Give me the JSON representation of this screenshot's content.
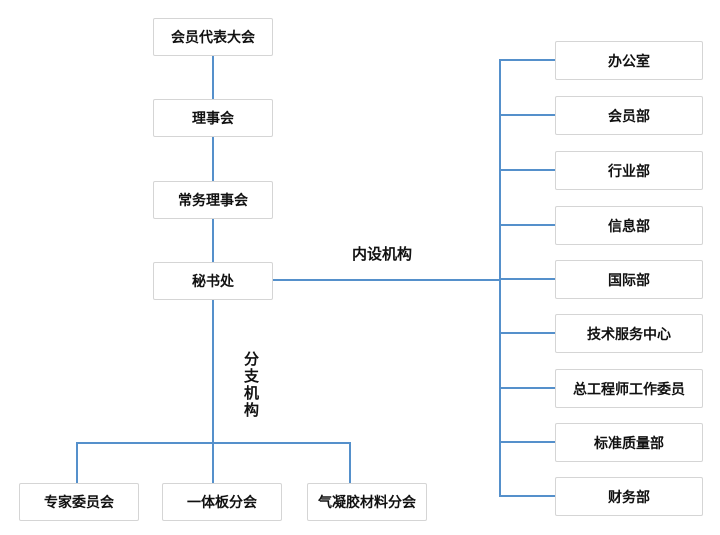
{
  "org_chart": {
    "main_chain": [
      {
        "label": "会员代表大会"
      },
      {
        "label": "理事会"
      },
      {
        "label": "常务理事会"
      },
      {
        "label": "秘书处"
      }
    ],
    "internal_group": {
      "label": "内设机构",
      "departments": [
        {
          "label": "办公室"
        },
        {
          "label": "会员部"
        },
        {
          "label": "行业部"
        },
        {
          "label": "信息部"
        },
        {
          "label": "国际部"
        },
        {
          "label": "技术服务中心"
        },
        {
          "label": "总工程师工作委员"
        },
        {
          "label": "标准质量部"
        },
        {
          "label": "财务部"
        }
      ]
    },
    "branch_group": {
      "label": "分支机构",
      "branches": [
        {
          "label": "专家委员会"
        },
        {
          "label": "一体板分会"
        },
        {
          "label": "气凝胶材料分会"
        }
      ]
    },
    "colors": {
      "line": "#5590cb",
      "box_border": "#d5d5d5",
      "box_background": "#ffffff",
      "text": "#111111",
      "background": "#ffffff"
    }
  }
}
